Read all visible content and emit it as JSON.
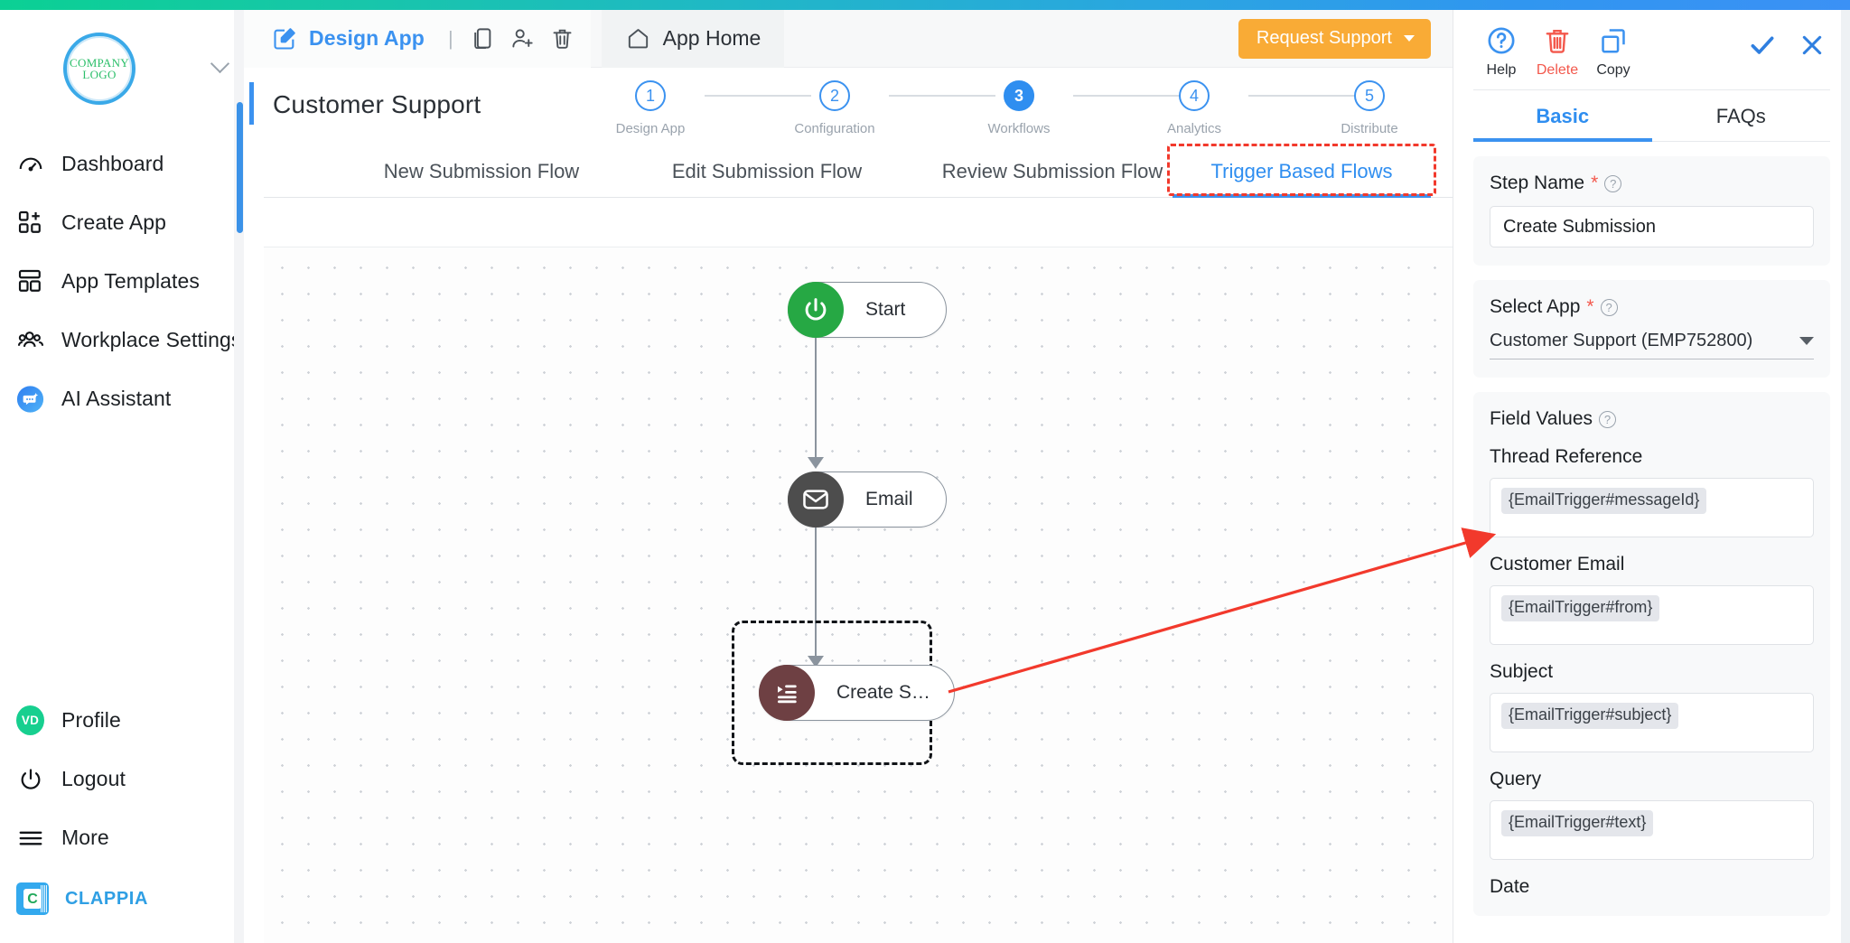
{
  "sidebar": {
    "logo": {
      "line1": "COMPANY",
      "line2": "LOGO"
    },
    "items": [
      {
        "label": "Dashboard",
        "icon": "speedometer-icon"
      },
      {
        "label": "Create App",
        "icon": "add-grid-icon"
      },
      {
        "label": "App Templates",
        "icon": "layout-icon"
      },
      {
        "label": "Workplace Settings",
        "icon": "people-icon"
      },
      {
        "label": "AI Assistant",
        "icon": "chat-sparkle-icon"
      }
    ],
    "bottom": [
      {
        "label": "Profile",
        "icon": "avatar-icon",
        "initials": "VD"
      },
      {
        "label": "Logout",
        "icon": "power-icon"
      },
      {
        "label": "More",
        "icon": "hamburger-icon"
      }
    ],
    "brand": "CLAPPIA"
  },
  "toolbar": {
    "design_app": "Design App",
    "separator": "|",
    "icons": [
      "edit-square-icon",
      "copy-pages-icon",
      "add-user-icon",
      "trash-icon"
    ],
    "app_home": "App Home",
    "request_support": "Request Support"
  },
  "header": {
    "app_title": "Customer Support",
    "steps": [
      {
        "num": "1",
        "caption": "Design App",
        "active": false
      },
      {
        "num": "2",
        "caption": "Configuration",
        "active": false
      },
      {
        "num": "3",
        "caption": "Workflows",
        "active": true
      },
      {
        "num": "4",
        "caption": "Analytics",
        "active": false
      },
      {
        "num": "5",
        "caption": "Distribute",
        "active": false
      }
    ]
  },
  "flow_tabs": [
    {
      "label": "New Submission Flow",
      "active": false
    },
    {
      "label": "Edit Submission Flow",
      "active": false
    },
    {
      "label": "Review Submission Flow",
      "active": false
    },
    {
      "label": "Trigger Based Flows",
      "active": true,
      "highlighted": true
    }
  ],
  "canvas": {
    "nodes": [
      {
        "label": "Start",
        "icon": "power-icon",
        "color": "#26a844"
      },
      {
        "label": "Email",
        "icon": "envelope-icon",
        "color": "#4d4d4d"
      },
      {
        "label": "Create S…",
        "icon": "list-play-icon",
        "color": "#6e4043",
        "selected": true
      }
    ]
  },
  "right_panel": {
    "actions": [
      {
        "label": "Help",
        "icon": "question-circle-icon"
      },
      {
        "label": "Delete",
        "icon": "trash-icon"
      },
      {
        "label": "Copy",
        "icon": "copy-icon"
      }
    ],
    "confirm_icon": "check-icon",
    "close_icon": "close-icon",
    "tabs": [
      {
        "label": "Basic",
        "active": true
      },
      {
        "label": "FAQs",
        "active": false
      }
    ],
    "step_name": {
      "label": "Step Name",
      "required": "*",
      "value": "Create Submission"
    },
    "select_app": {
      "label": "Select App",
      "required": "*",
      "value": "Customer Support (EMP752800)"
    },
    "field_values": {
      "label": "Field Values",
      "fields": [
        {
          "label": "Thread Reference",
          "token": "{EmailTrigger#messageId}"
        },
        {
          "label": "Customer Email",
          "token": "{EmailTrigger#from}"
        },
        {
          "label": "Subject",
          "token": "{EmailTrigger#subject}"
        },
        {
          "label": "Query",
          "token": "{EmailTrigger#text}"
        },
        {
          "label": "Date",
          "token": ""
        }
      ]
    }
  },
  "colors": {
    "accent_blue": "#3b92f0",
    "orange": "#f9ab36",
    "annotation_red": "#f2392c",
    "green": "#26a844",
    "delete_red": "#f3584c"
  }
}
